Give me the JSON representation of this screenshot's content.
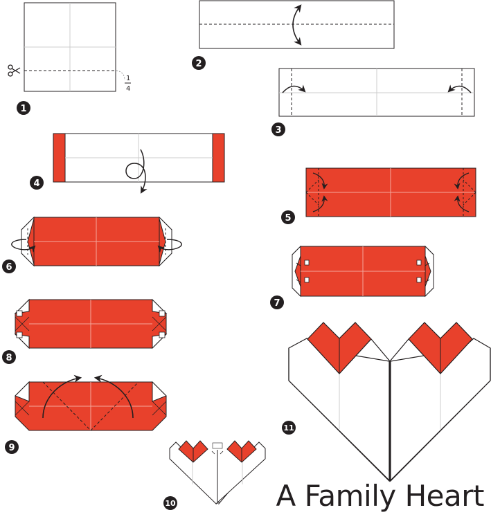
{
  "title": "A Family Heart",
  "steps": [
    {
      "number": "1"
    },
    {
      "number": "2"
    },
    {
      "number": "3"
    },
    {
      "number": "4"
    },
    {
      "number": "5"
    },
    {
      "number": "6"
    },
    {
      "number": "7"
    },
    {
      "number": "8"
    },
    {
      "number": "9"
    },
    {
      "number": "10"
    },
    {
      "number": "11"
    }
  ],
  "step1": {
    "fraction_numerator": "1",
    "fraction_denominator": "4",
    "tool_icon": "scissors-icon"
  },
  "colors": {
    "paper_red": "#e8412c",
    "paper_white": "#ffffff",
    "line": "#231f20",
    "crease": "#cccccc"
  }
}
